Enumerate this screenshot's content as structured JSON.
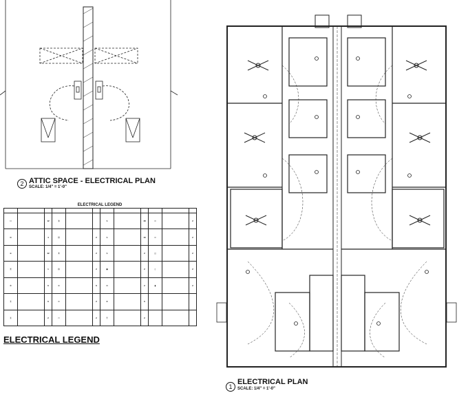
{
  "attic_plan": {
    "number": "2",
    "title": "ATTIC SPACE - ELECTRICAL PLAN",
    "scale": "SCALE: 1/4\" = 1'-0\""
  },
  "main_plan": {
    "number": "1",
    "title": "ELECTRICAL PLAN",
    "scale": "SCALE: 1/4\" = 1'-0\""
  },
  "legend": {
    "table_title": "ELECTRICAL LEGEND",
    "heading": "ELECTRICAL LEGEND",
    "rows": [
      [
        {
          "sym": "⊡",
          "qty": "12"
        },
        {
          "sym": "Ⓓ",
          "qty": ""
        },
        {
          "sym": "$",
          "qty": "48"
        },
        {
          "sym": "⊙",
          "qty": "2"
        }
      ],
      [
        {
          "sym": "⊠",
          "qty": "4"
        },
        {
          "sym": "Ⓦ",
          "qty": "2"
        },
        {
          "sym": "$",
          "qty": "16"
        },
        {
          "sym": "⊙",
          "qty": "2"
        }
      ],
      [
        {
          "sym": "⊕",
          "qty": "42"
        },
        {
          "sym": "Ⓡ",
          "qty": "2"
        },
        {
          "sym": "$",
          "qty": "2"
        },
        {
          "sym": "◫",
          "qty": "2"
        }
      ],
      [
        {
          "sym": "Ⓟ",
          "qty": "1"
        },
        {
          "sym": "Ⓜ",
          "qty": "2"
        },
        {
          "sym": "▣",
          "qty": "2"
        },
        {
          "sym": "▯",
          "qty": "2"
        }
      ],
      [
        {
          "sym": "✻",
          "qty": "6"
        },
        {
          "sym": "⊛",
          "qty": "6"
        },
        {
          "sym": "◘",
          "qty": "2"
        },
        {
          "sym": "▮",
          "qty": "2"
        }
      ],
      [
        {
          "sym": "Ⓢ",
          "qty": "6"
        },
        {
          "sym": "⊜",
          "qty": "2"
        },
        {
          "sym": "⊗",
          "qty": "6"
        },
        {
          "sym": "",
          "qty": ""
        }
      ],
      [
        {
          "sym": "Ⓢ",
          "qty": "2"
        },
        {
          "sym": "▭",
          "qty": "2"
        },
        {
          "sym": "Ⓣ",
          "qty": "2"
        },
        {
          "sym": "",
          "qty": ""
        }
      ]
    ]
  }
}
